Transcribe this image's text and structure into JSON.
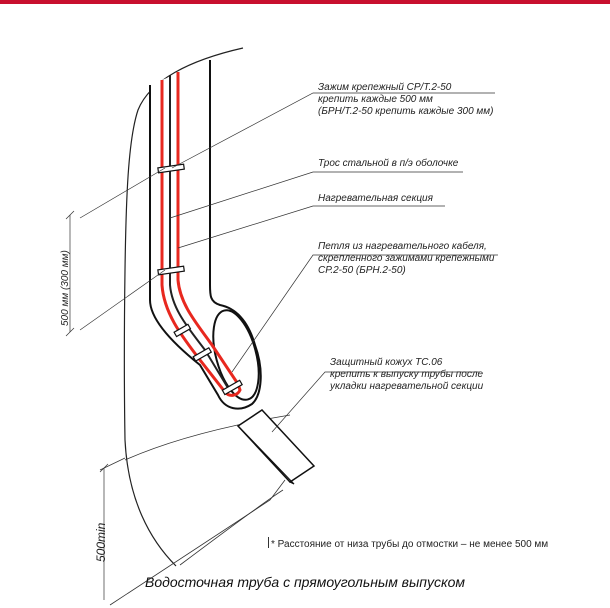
{
  "labels": {
    "clamp_line1": "Зажим крепежный СР/Т.2-50",
    "clamp_line2": "крепить каждые 500 мм",
    "clamp_line3": "(БРН/Т.2-50 крепить каждые 300 мм)",
    "cable": "Трос стальной в п/э оболочке",
    "section": "Нагревательная секция",
    "loop_line1": "Петля из нагревательного кабеля,",
    "loop_line2": "скрепленного зажимами крепежными",
    "loop_line3": "СР.2-50 (БРН.2-50)",
    "casing_line1": "Защитный кожух ТС.06",
    "casing_line2": "крепить к выпуску трубы после",
    "casing_line3": "укладки нагревательной секции"
  },
  "dimensions": {
    "spacing": "500 мм  (300 мм)",
    "min_height": "500min"
  },
  "note": "* Расстояние от низа трубы до отмостки – не менее 500 мм",
  "caption": "Водосточная труба с прямоугольным выпуском",
  "colors": {
    "accent": "#c8102e",
    "heating_cable": "#e8281f",
    "line": "#1a1a1a"
  }
}
